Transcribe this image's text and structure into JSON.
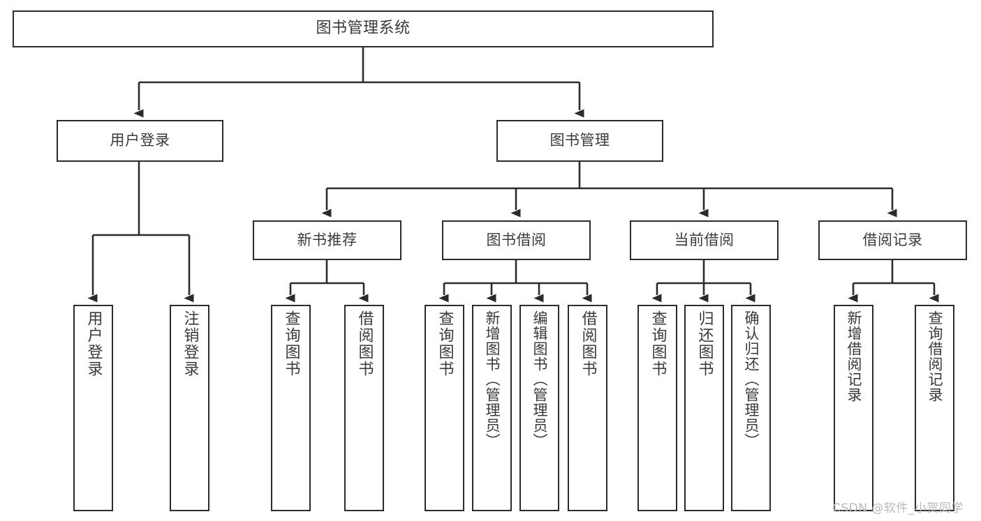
{
  "diagram": {
    "title": "图书管理系统",
    "type": "tree-hierarchy-diagram",
    "colors": {
      "background": "#ffffff",
      "box_border": "#2b2b2b",
      "box_fill": "#ffffff",
      "connector": "#2b2b2b",
      "label_text": "#3a3a3a",
      "watermark_text": "#b9b9b9"
    }
  },
  "nodes": {
    "root": {
      "label": "图书管理系统"
    },
    "level1": [
      {
        "label": "用户登录"
      },
      {
        "label": "图书管理"
      }
    ],
    "level2": [
      {
        "label": "新书推荐"
      },
      {
        "label": "图书借阅"
      },
      {
        "label": "当前借阅"
      },
      {
        "label": "借阅记录"
      }
    ],
    "leaves": {
      "user_login": [
        {
          "label": "用户登录"
        },
        {
          "label": "注销登录"
        }
      ],
      "new_book_rec": [
        {
          "label": "查询图书"
        },
        {
          "label": "借阅图书"
        }
      ],
      "book_borrow": [
        {
          "label": "查询图书"
        },
        {
          "label": "新增图书（管理员）"
        },
        {
          "label": "编辑图书（管理员）"
        },
        {
          "label": "借阅图书"
        }
      ],
      "current_borrow": [
        {
          "label": "查询图书"
        },
        {
          "label": "归还图书"
        },
        {
          "label": "确认归还（管理员）"
        }
      ],
      "borrow_record": [
        {
          "label": "新增借阅记录"
        },
        {
          "label": "查询借阅记录"
        }
      ]
    }
  },
  "watermark": {
    "text": "CSDN @软件_小贺同学"
  }
}
